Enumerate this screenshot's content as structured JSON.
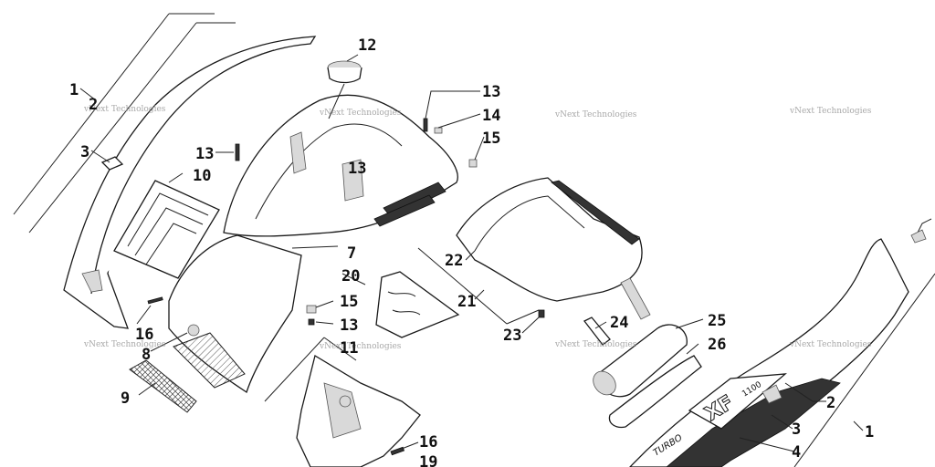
{
  "watermark": "vNext Technologies",
  "decal_text": {
    "model": "XF",
    "number": "1100",
    "turbo": "TURBO"
  },
  "callouts": [
    {
      "id": "c-1a",
      "text": "1"
    },
    {
      "id": "c-2a",
      "text": "2"
    },
    {
      "id": "c-3a",
      "text": "3"
    },
    {
      "id": "c-10",
      "text": "10"
    },
    {
      "id": "c-13a",
      "text": "13"
    },
    {
      "id": "c-12",
      "text": "12"
    },
    {
      "id": "c-13b",
      "text": "13"
    },
    {
      "id": "c-13c",
      "text": "13"
    },
    {
      "id": "c-14",
      "text": "14"
    },
    {
      "id": "c-15a",
      "text": "15"
    },
    {
      "id": "c-7",
      "text": "7"
    },
    {
      "id": "c-20",
      "text": "20"
    },
    {
      "id": "c-15b",
      "text": "15"
    },
    {
      "id": "c-13d",
      "text": "13"
    },
    {
      "id": "c-11",
      "text": "11"
    },
    {
      "id": "c-16a",
      "text": "16"
    },
    {
      "id": "c-8",
      "text": "8"
    },
    {
      "id": "c-9",
      "text": "9"
    },
    {
      "id": "c-22",
      "text": "22"
    },
    {
      "id": "c-21",
      "text": "21"
    },
    {
      "id": "c-23",
      "text": "23"
    },
    {
      "id": "c-24",
      "text": "24"
    },
    {
      "id": "c-25",
      "text": "25"
    },
    {
      "id": "c-26",
      "text": "26"
    },
    {
      "id": "c-2b",
      "text": "2"
    },
    {
      "id": "c-3b",
      "text": "3"
    },
    {
      "id": "c-1b",
      "text": "1"
    },
    {
      "id": "c-4",
      "text": "4"
    },
    {
      "id": "c-16b",
      "text": "16"
    },
    {
      "id": "c-19",
      "text": "19"
    }
  ]
}
